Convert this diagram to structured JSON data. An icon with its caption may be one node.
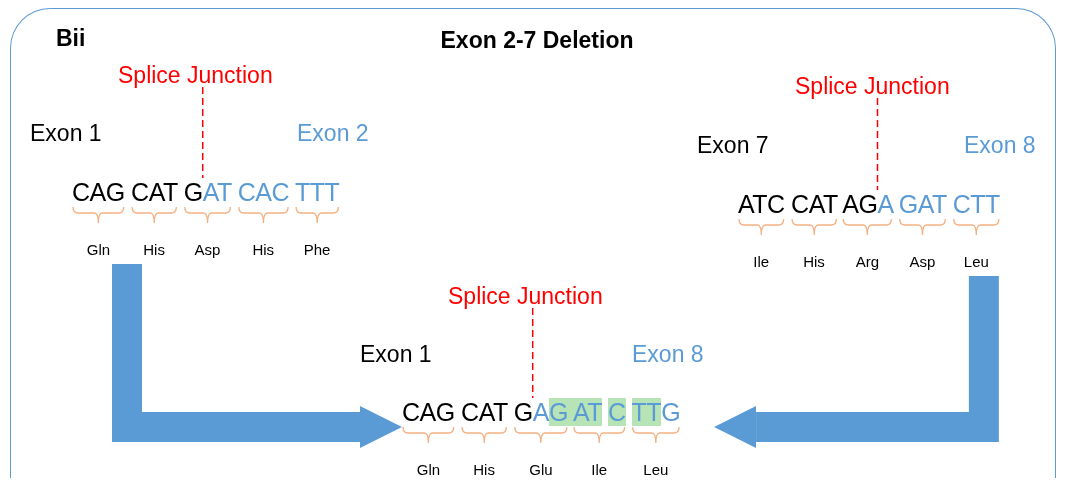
{
  "diagram": {
    "title": "Exon 2-7 Deletion",
    "nodes": [
      {
        "text": [
          "Splice Junction"
        ]
      },
      {
        "text": [
          "CAG CAT G",
          "AT CAC TTT"
        ],
        "beside": [
          "Gln",
          "His",
          "Asp",
          "His",
          "Phe"
        ]
      },
      {
        "text": [
          "Splice Junction"
        ]
      },
      {
        "text": [
          "ATC CAT AG",
          "A GAT CTT"
        ],
        "beside": [
          "Ile",
          "His",
          "Arg",
          "Asp",
          "Leu"
        ]
      },
      {
        "text": [
          "Splice Junction"
        ]
      },
      {
        "text": [
          "CAG CAT G",
          "A",
          "G AT",
          "C",
          "TT",
          "G"
        ],
        "beside": [
          "Gln",
          "His",
          "Glu",
          "Ile",
          "Leu"
        ]
      }
    ],
    "edges": [
      {
        "from": 0,
        "to": 1,
        "arrow": "none",
        "style": "dashed",
        "color": "#ff0000"
      },
      {
        "from": 2,
        "to": 3,
        "arrow": "none",
        "style": "dashed",
        "color": "#ff0000"
      },
      {
        "from": 4,
        "to": 5,
        "arrow": "none",
        "style": "dashed",
        "color": "#ff0000"
      },
      {
        "from": 1,
        "to": 5,
        "arrow": "to",
        "style": "thick",
        "color": "#5b9bd5"
      },
      {
        "from": 3,
        "to": 5,
        "arrow": "to",
        "style": "thick",
        "color": "#5b9bd5"
      }
    ],
    "labels": [
      "Bii",
      "Exon 1",
      "Exon 2",
      "Exon 7",
      "Exon 8",
      "Exon 1",
      "Exon 8"
    ]
  }
}
